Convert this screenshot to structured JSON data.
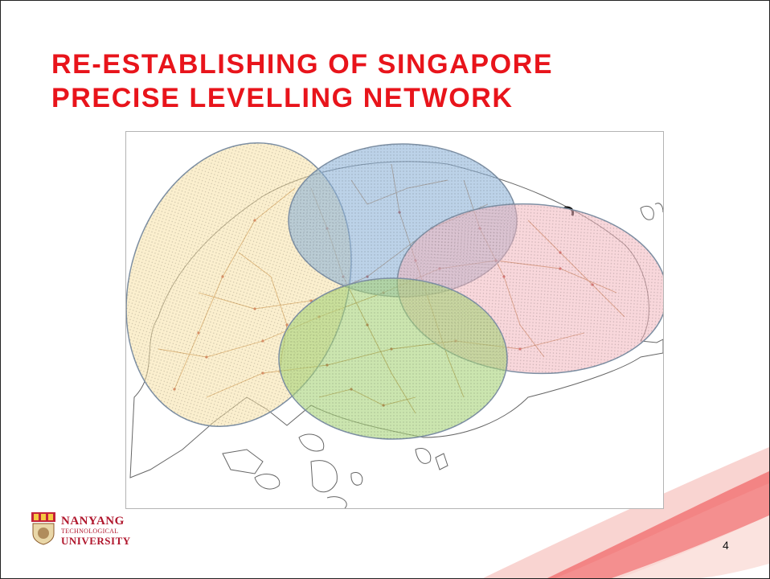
{
  "slide": {
    "title_line1": "RE-ESTABLISHING OF SINGAPORE",
    "title_line2": "PRECISE LEVELLING NETWORK",
    "page_number": "4",
    "colors": {
      "title": "#e8141b",
      "zone_west": "#f7e2a6",
      "zone_north": "#8fb4d8",
      "zone_east": "#f2b7be",
      "zone_south": "#a9d37a",
      "swoosh": "#f06a6a"
    }
  },
  "logo": {
    "line1": "NANYANG",
    "line2": "TECHNOLOGICAL",
    "line3": "UNIVERSITY"
  }
}
